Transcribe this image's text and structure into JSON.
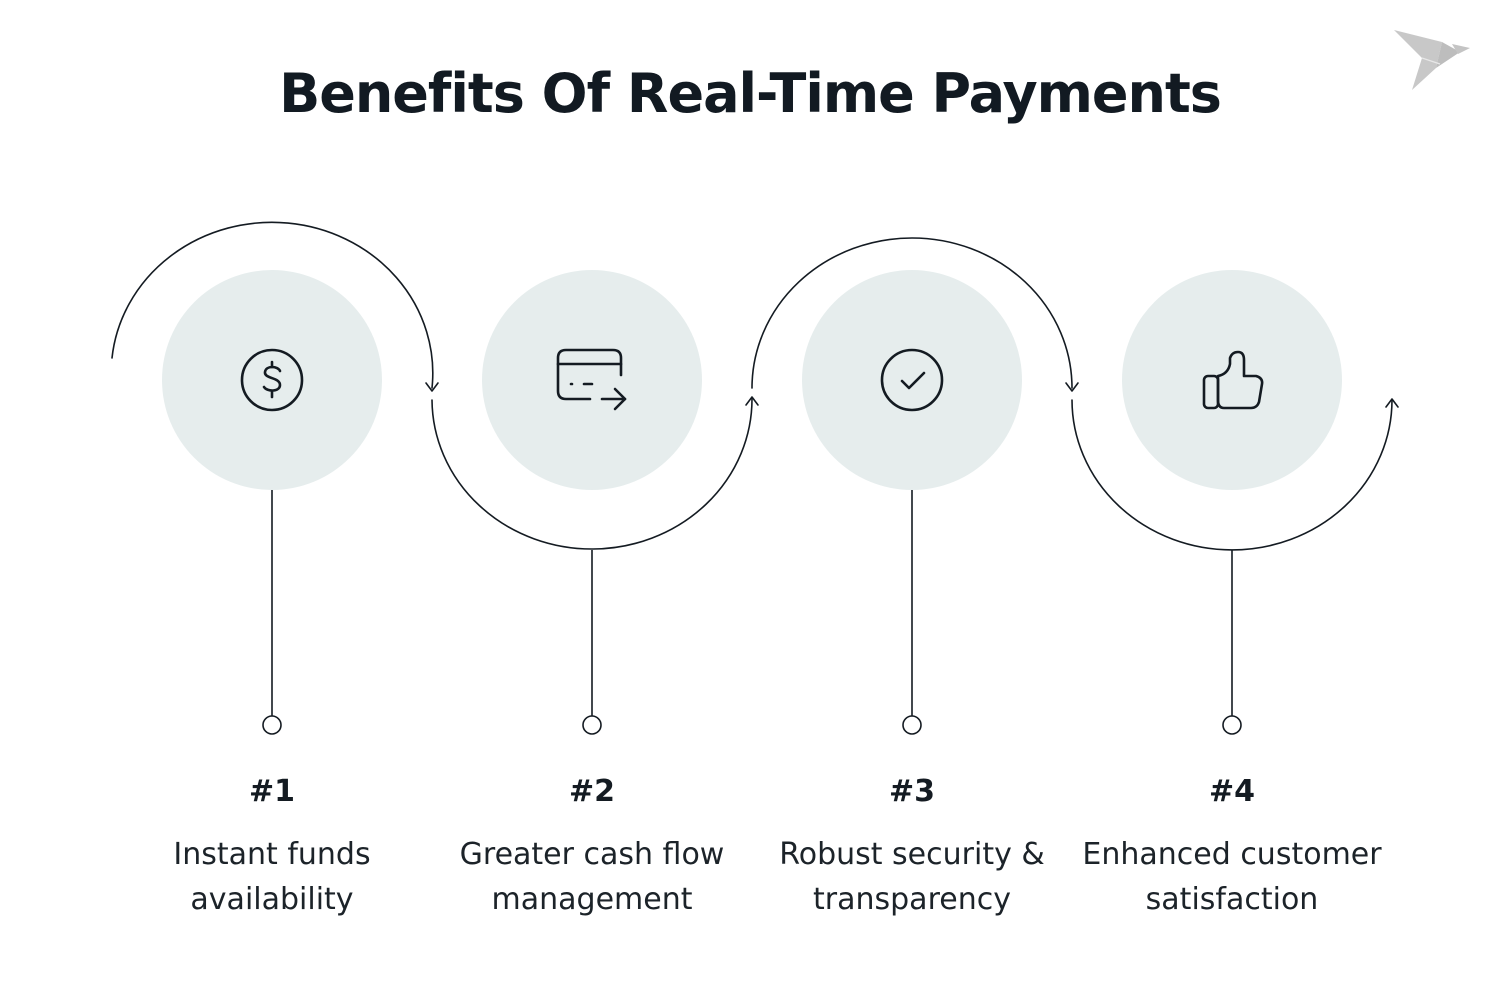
{
  "title": "Benefits Of Real-Time Payments",
  "logo": {
    "icon": "origami-bird-icon",
    "color": "#c8c8c8"
  },
  "colors": {
    "circle_fill": "#e6eded",
    "stroke": "#141b22",
    "text": "#141b22"
  },
  "steps": [
    {
      "number": "#1",
      "icon": "dollar-coin-icon",
      "label_line1": "Instant funds",
      "label_line2": "availability"
    },
    {
      "number": "#2",
      "icon": "card-transfer-icon",
      "label_line1": "Greater cash flow",
      "label_line2": "management"
    },
    {
      "number": "#3",
      "icon": "check-circle-icon",
      "label_line1": "Robust security &",
      "label_line2": "transparency"
    },
    {
      "number": "#4",
      "icon": "thumbs-up-icon",
      "label_line1": "Enhanced customer",
      "label_line2": "satisfaction"
    }
  ]
}
